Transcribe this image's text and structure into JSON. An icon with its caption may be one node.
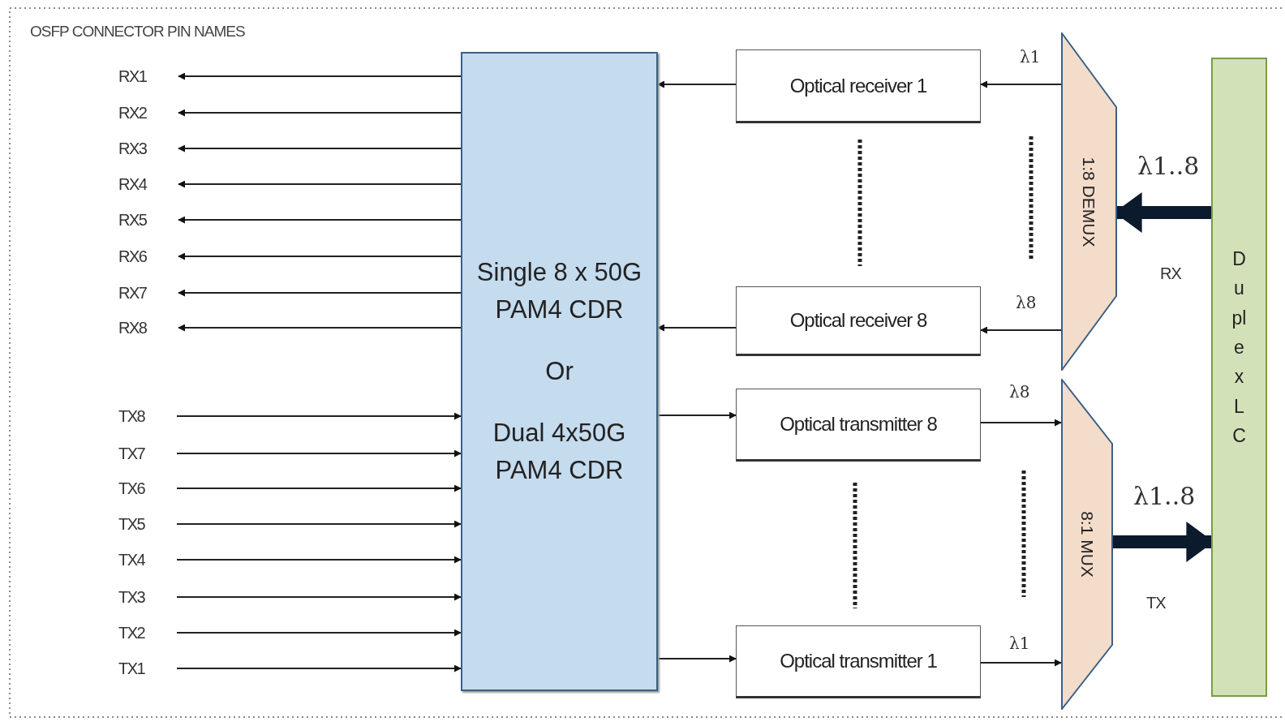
{
  "diagram": {
    "title": "OSFP CONNECTOR PIN NAMES",
    "nodes": [
      {
        "text": [
          "RX1"
        ]
      },
      {
        "text": [
          "RX2"
        ]
      },
      {
        "text": [
          "RX3"
        ]
      },
      {
        "text": [
          "RX4"
        ]
      },
      {
        "text": [
          "RX5"
        ]
      },
      {
        "text": [
          "RX6"
        ]
      },
      {
        "text": [
          "RX7"
        ]
      },
      {
        "text": [
          "RX8"
        ]
      },
      {
        "text": [
          "TX8"
        ]
      },
      {
        "text": [
          "TX7"
        ]
      },
      {
        "text": [
          "TX6"
        ]
      },
      {
        "text": [
          "TX5"
        ]
      },
      {
        "text": [
          "TX4"
        ]
      },
      {
        "text": [
          "TX3"
        ]
      },
      {
        "text": [
          "TX2"
        ]
      },
      {
        "text": [
          "TX1"
        ]
      },
      {
        "text": [
          "Single 8 x 50G PAM4 CDR",
          "Or",
          "Dual 4x50G PAM4 CDR"
        ]
      },
      {
        "text": [
          "Optical receiver 1"
        ]
      },
      {
        "text": [
          "Optical receiver 8"
        ]
      },
      {
        "text": [
          "Optical transmitter 8"
        ]
      },
      {
        "text": [
          "Optical transmitter 1"
        ]
      },
      {
        "text": [
          "1:8 DEMUX"
        ]
      },
      {
        "text": [
          "8:1 MUX"
        ]
      },
      {
        "text": [
          "Duplex LC"
        ]
      }
    ],
    "edges": [
      {
        "from": 16,
        "to": 0,
        "arrow": "to"
      },
      {
        "from": 16,
        "to": 1,
        "arrow": "to"
      },
      {
        "from": 16,
        "to": 2,
        "arrow": "to"
      },
      {
        "from": 16,
        "to": 3,
        "arrow": "to"
      },
      {
        "from": 16,
        "to": 4,
        "arrow": "to"
      },
      {
        "from": 16,
        "to": 5,
        "arrow": "to"
      },
      {
        "from": 16,
        "to": 6,
        "arrow": "to"
      },
      {
        "from": 16,
        "to": 7,
        "arrow": "to"
      },
      {
        "from": 8,
        "to": 16,
        "arrow": "to"
      },
      {
        "from": 9,
        "to": 16,
        "arrow": "to"
      },
      {
        "from": 10,
        "to": 16,
        "arrow": "to"
      },
      {
        "from": 11,
        "to": 16,
        "arrow": "to"
      },
      {
        "from": 12,
        "to": 16,
        "arrow": "to"
      },
      {
        "from": 13,
        "to": 16,
        "arrow": "to"
      },
      {
        "from": 14,
        "to": 16,
        "arrow": "to"
      },
      {
        "from": 15,
        "to": 16,
        "arrow": "to"
      },
      {
        "from": 17,
        "to": 16,
        "arrow": "to"
      },
      {
        "from": 18,
        "to": 16,
        "arrow": "to"
      },
      {
        "from": 16,
        "to": 19,
        "arrow": "to"
      },
      {
        "from": 16,
        "to": 20,
        "arrow": "to"
      },
      {
        "from": 21,
        "to": 17,
        "arrow": "to",
        "label": "λ1"
      },
      {
        "from": 21,
        "to": 18,
        "arrow": "to",
        "label": "λ8"
      },
      {
        "from": 19,
        "to": 22,
        "arrow": "to",
        "label": "λ8"
      },
      {
        "from": 20,
        "to": 22,
        "arrow": "to",
        "label": "λ1"
      },
      {
        "from": 23,
        "to": 21,
        "arrow": "to",
        "label": "λ1..8",
        "style": "thick",
        "color": "#0b1a2c"
      },
      {
        "from": 22,
        "to": 23,
        "arrow": "to",
        "label": "λ1..8",
        "style": "thick",
        "color": "#0b1a2c"
      }
    ],
    "labels": [
      "RX",
      "TX"
    ]
  }
}
